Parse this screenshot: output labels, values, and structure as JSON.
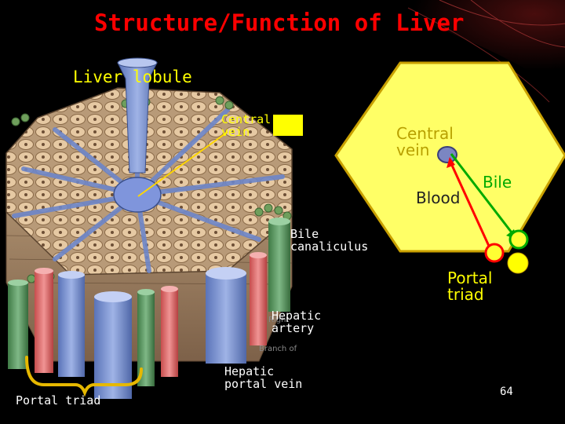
{
  "slide": {
    "title": "Structure/Function of Liver",
    "lobule_label": "Liver lobule",
    "labels": {
      "central_vein_diagram": "Central\nvein",
      "bile_canaliculus": "Bile\ncanaliculus",
      "hepatic_artery": "Hepatic\nartery",
      "hepatic_portal_vein": "Hepatic\nportal vein",
      "portal_triad_diagram": "Portal triad"
    },
    "hexagon": {
      "central_vein": "Central\nvein",
      "bile": "Bile",
      "blood": "Blood",
      "portal_triad": "Portal\ntriad"
    },
    "page_number": "64",
    "colors": {
      "title": "#ff0000",
      "label": "#ffff00",
      "hexagon_fill": "#ffff66",
      "blood_arrow": "#ff0000",
      "bile_arrow": "#00aa00"
    }
  }
}
